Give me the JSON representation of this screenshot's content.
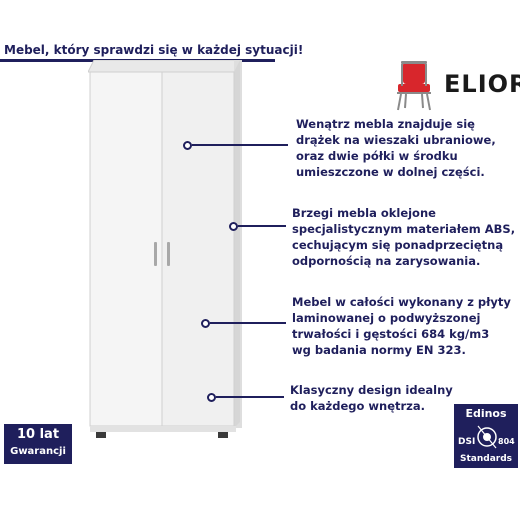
{
  "header": {
    "text": "Mebel, który sprawdzi się w każdej sytuacji!"
  },
  "logo": {
    "brand": "ELIOR"
  },
  "features": [
    {
      "lines": [
        "Wenątrz mebla znajduje się",
        "drążek na wieszaki ubraniowe,",
        "oraz dwie półki w środku",
        "umieszczone w dolnej części."
      ]
    },
    {
      "lines": [
        "Brzegi mebla oklejone",
        "specjalistycznym materiałem ABS,",
        "cechującym się ponadprzeciętną",
        "odpornością na zarysowania."
      ]
    },
    {
      "lines": [
        "Mebel w całości wykonany z płyty",
        "laminowanej o podwyższonej",
        "trwałości i gęstości 684 kg/m3",
        "wg badania normy EN 323."
      ]
    },
    {
      "lines": [
        "Klasyczny design idealny",
        "do każdego wnętrza."
      ]
    }
  ],
  "warranty": {
    "top": "10 lat",
    "bottom": "Gwarancji"
  },
  "edinos": {
    "title": "Edinos",
    "dsi": "DSI",
    "number": "804",
    "standards": "Standards"
  },
  "colors": {
    "navy": "#1f1f5c",
    "chair_red": "#d8262c",
    "wardrobe": "#f3f3f3"
  }
}
